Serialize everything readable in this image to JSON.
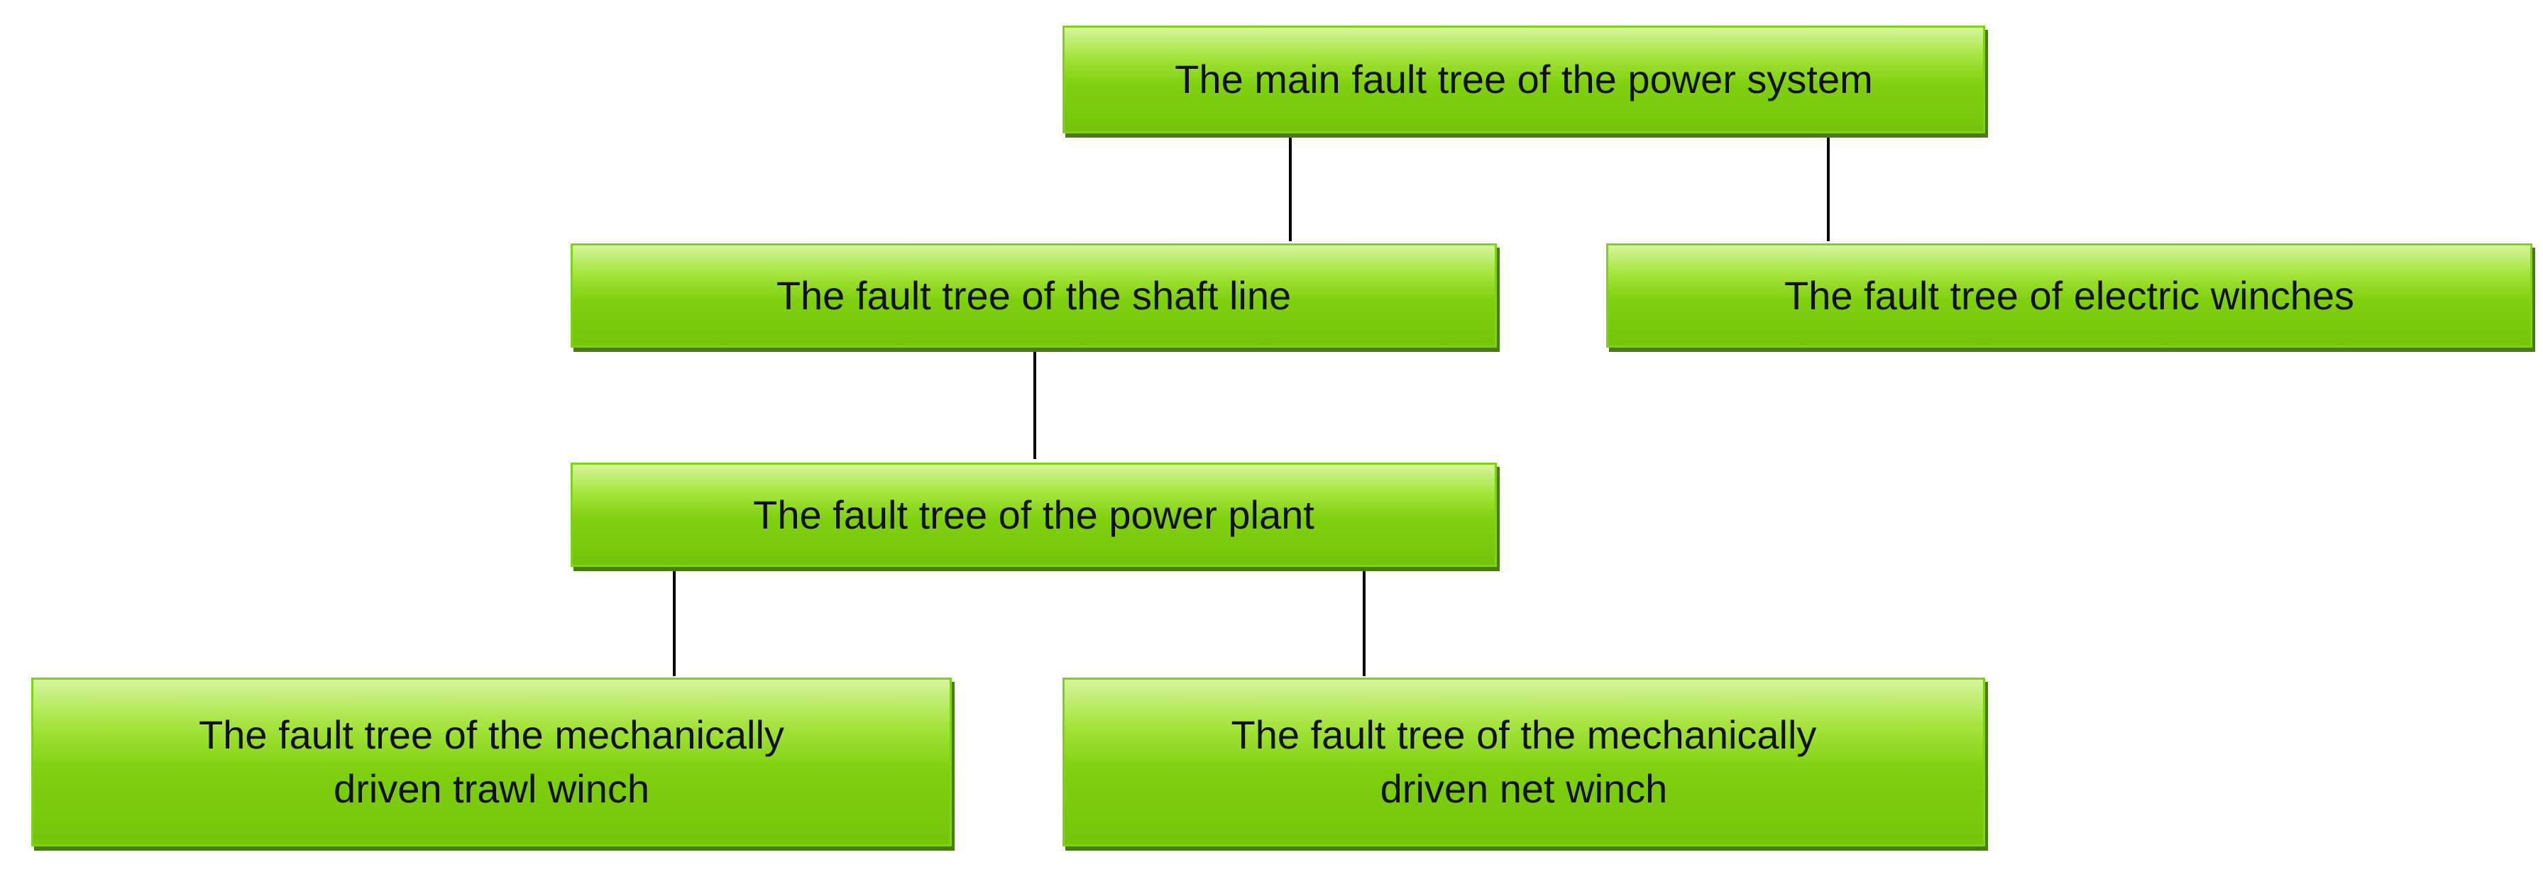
{
  "diagram": {
    "nodes": {
      "root": "The main fault tree of the power system",
      "shaft_line": "The fault tree of the shaft line",
      "electric_winches": "The fault tree of electric winches",
      "power_plant": "The fault tree of the power plant",
      "trawl_winch": {
        "line1": "The fault tree of the mechanically",
        "line2": "driven trawl winch"
      },
      "net_winch": {
        "line1": "The fault tree of the mechanically",
        "line2": "driven net winch"
      }
    },
    "colors": {
      "node_fill": "#7fd00f",
      "node_highlight": "#d6f59c",
      "node_shadow": "#4a7a1a",
      "connector": "#000000"
    }
  }
}
